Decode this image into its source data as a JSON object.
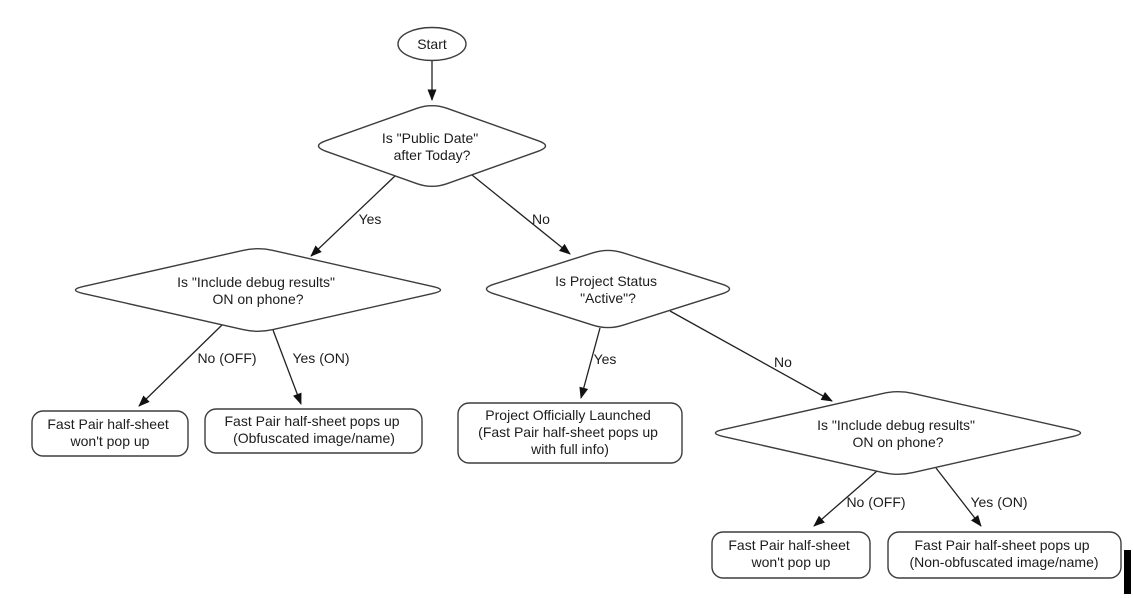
{
  "diagram_type": "flowchart",
  "colors": {
    "background": "#ffffff",
    "node_fill": "#ffffff",
    "node_stroke": "#3d3d3d",
    "edge_stroke": "#222222",
    "text": "#1c1c1c",
    "cursor_bar": "#000000"
  },
  "nodes": {
    "start": {
      "label": "Start"
    },
    "public_date": {
      "line1": "Is \"Public Date\"",
      "line2": "after Today?"
    },
    "debug_left": {
      "line1": "Is \"Include debug results\"",
      "line2": "ON on phone?"
    },
    "project_status": {
      "line1": "Is Project Status",
      "line2": "\"Active\"?"
    },
    "debug_right": {
      "line1": "Is \"Include debug results\"",
      "line2": "ON on phone?"
    },
    "no_popup_left": {
      "line1": "Fast Pair half-sheet",
      "line2": "won't pop up"
    },
    "obfuscated": {
      "line1": "Fast Pair half-sheet pops up",
      "line2": "(Obfuscated image/name)"
    },
    "launched": {
      "line1": "Project Officially Launched",
      "line2": "(Fast Pair half-sheet pops up",
      "line3": "with full info)"
    },
    "no_popup_right": {
      "line1": "Fast Pair half-sheet",
      "line2": "won't pop up"
    },
    "non_obfuscated": {
      "line1": "Fast Pair half-sheet pops up",
      "line2": "(Non-obfuscated image/name)"
    }
  },
  "edges": {
    "public_date_yes": {
      "label": "Yes"
    },
    "public_date_no": {
      "label": "No"
    },
    "debug_left_no": {
      "label": "No (OFF)"
    },
    "debug_left_yes": {
      "label": "Yes (ON)"
    },
    "project_status_yes": {
      "label": "Yes"
    },
    "project_status_no": {
      "label": "No"
    },
    "debug_right_no": {
      "label": "No (OFF)"
    },
    "debug_right_yes": {
      "label": "Yes (ON)"
    }
  }
}
